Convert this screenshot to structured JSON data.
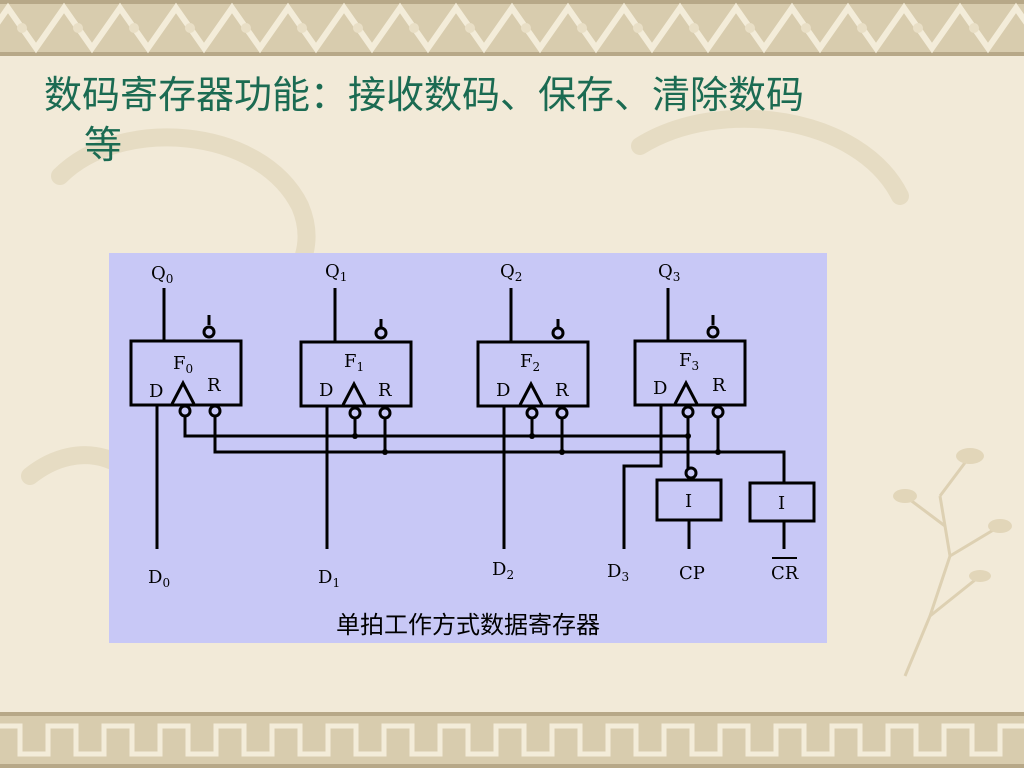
{
  "slide": {
    "title_line1": "数码寄存器功能：接收数码、保存、清除数码",
    "title_line2": "等"
  },
  "diagram": {
    "caption": "单拍工作方式数据寄存器",
    "flip_flops": [
      {
        "name": "F",
        "index": "0",
        "q": "Q",
        "q_index": "0",
        "d_pin": "D",
        "r_pin": "R",
        "d_in": "D",
        "d_in_index": "0"
      },
      {
        "name": "F",
        "index": "1",
        "q": "Q",
        "q_index": "1",
        "d_pin": "D",
        "r_pin": "R",
        "d_in": "D",
        "d_in_index": "1"
      },
      {
        "name": "F",
        "index": "2",
        "q": "Q",
        "q_index": "2",
        "d_pin": "D",
        "r_pin": "R",
        "d_in": "D",
        "d_in_index": "2"
      },
      {
        "name": "F",
        "index": "3",
        "q": "Q",
        "q_index": "3",
        "d_pin": "D",
        "r_pin": "R",
        "d_in": "D",
        "d_in_index": "3"
      }
    ],
    "buffers": [
      {
        "label": "I",
        "input": "CP"
      },
      {
        "label": "I",
        "input": "CR"
      }
    ]
  },
  "colors": {
    "title": "#1b6b52",
    "panel": "#c8c8f6",
    "background": "#f2ead8",
    "border": "#d9ceb2"
  }
}
